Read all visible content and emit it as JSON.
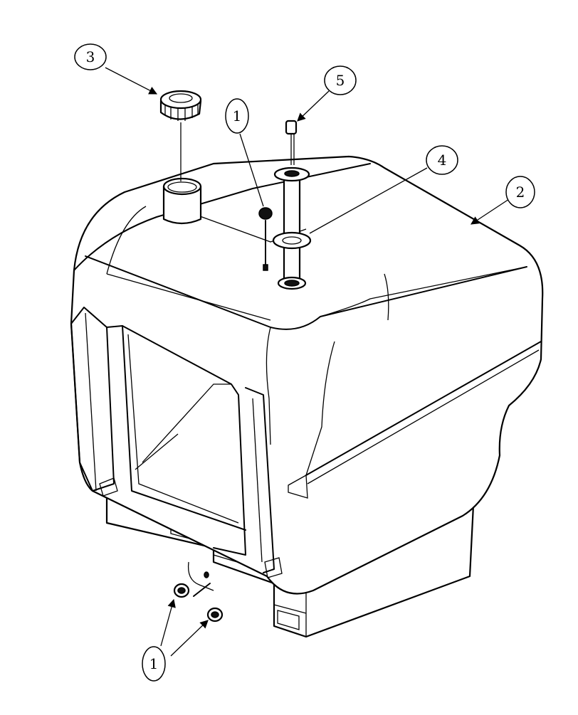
{
  "balloons": [
    {
      "id": "balloon-3",
      "label": "3"
    },
    {
      "id": "balloon-1-top",
      "label": "1"
    },
    {
      "id": "balloon-5",
      "label": "5"
    },
    {
      "id": "balloon-4",
      "label": "4"
    },
    {
      "id": "balloon-2",
      "label": "2"
    },
    {
      "id": "balloon-1-bottom",
      "label": "1"
    }
  ]
}
